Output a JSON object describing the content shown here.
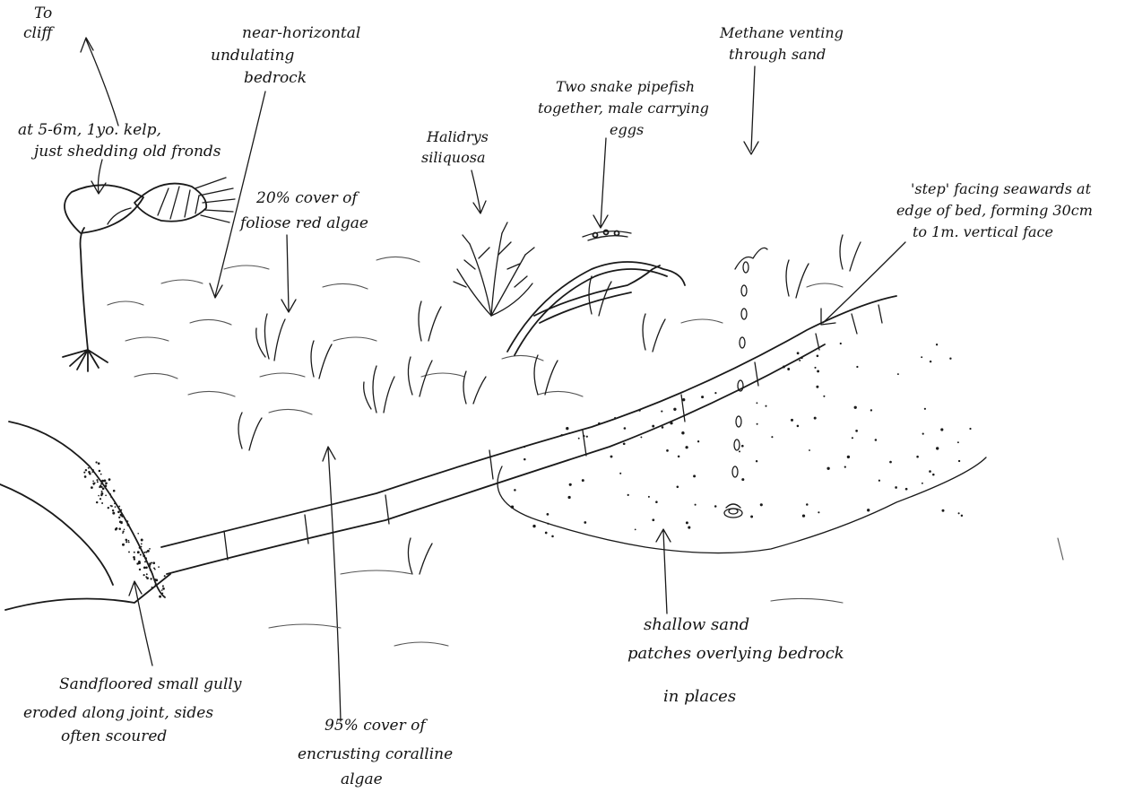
{
  "labels": [
    {
      "id": "to-cliff",
      "lines": [
        "To",
        "cliff"
      ]
    },
    {
      "id": "bedrock",
      "lines": [
        "near-horizontal",
        "undulating",
        "bedrock"
      ]
    },
    {
      "id": "methane",
      "lines": [
        "Methane venting",
        "through sand"
      ]
    },
    {
      "id": "kelp",
      "lines": [
        "at 5-6m, 1yo. kelp,",
        "just shedding old fronds"
      ]
    },
    {
      "id": "pipefish",
      "lines": [
        "Two snake pipefish",
        "together, male carrying",
        "eggs"
      ]
    },
    {
      "id": "halidrys",
      "lines": [
        "Halidrys",
        "siliquosa"
      ]
    },
    {
      "id": "red-algae",
      "lines": [
        "20% cover of",
        "foliose red algae"
      ]
    },
    {
      "id": "step",
      "lines": [
        "'step' facing seawards at",
        "edge of bed, forming 30cm",
        "to 1m. vertical face"
      ]
    },
    {
      "id": "sand-patches",
      "lines": [
        "shallow sand",
        "patches overlying bedrock",
        "in places"
      ]
    },
    {
      "id": "gully",
      "lines": [
        "Sandfloored small gully",
        "eroded along joint, sides",
        "often scoured"
      ]
    },
    {
      "id": "coralline",
      "lines": [
        "95% cover of",
        "encrusting coralline",
        "algae"
      ]
    }
  ],
  "icons": [
    "kelp-icon",
    "halidrys-weed-icon",
    "snake-pipefish-icon",
    "red-algae-icon",
    "methane-bubbles-icon",
    "vent-icon",
    "sand-dots-icon"
  ]
}
